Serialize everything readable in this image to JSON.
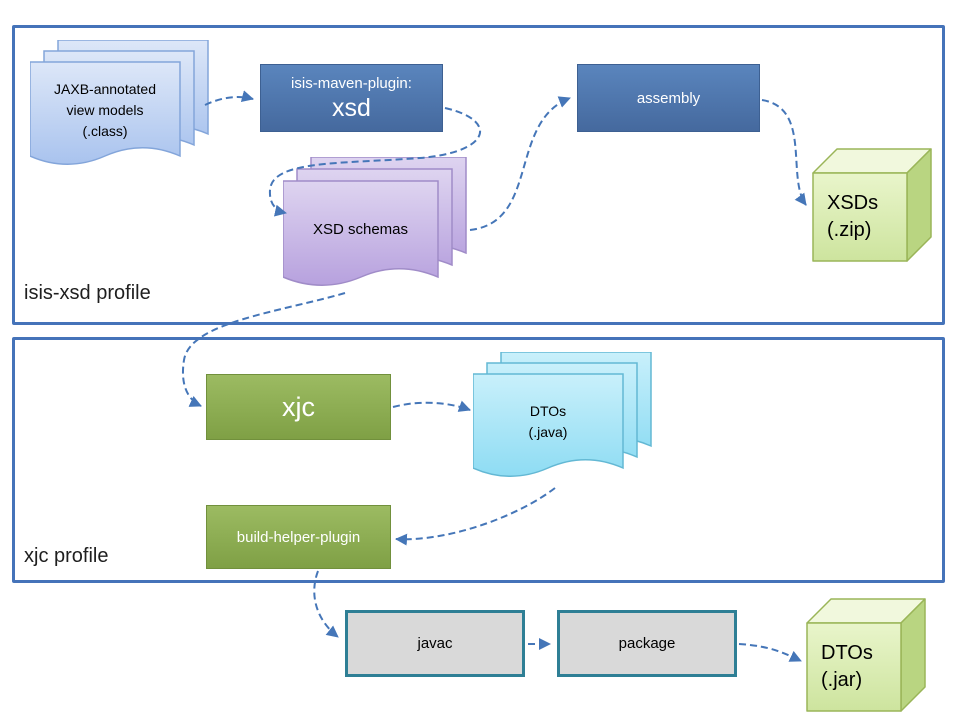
{
  "diagram": {
    "profiles": {
      "isis_xsd": "isis-xsd profile",
      "xjc": "xjc profile"
    },
    "nodes": {
      "jaxb": {
        "line1": "JAXB-annotated",
        "line2": "view models",
        "line3": "(.class)"
      },
      "plugin": {
        "line1": "isis-maven-plugin:",
        "line2": "xsd"
      },
      "assembly": {
        "label": "assembly"
      },
      "xsd_schemas": {
        "label": "XSD schemas"
      },
      "xsds_zip": {
        "line1": "XSDs",
        "line2": "(.zip)"
      },
      "xjc": {
        "label": "xjc"
      },
      "dtos_java": {
        "line1": "DTOs",
        "line2": "(.java)"
      },
      "build_helper": {
        "label": "build-helper-plugin"
      },
      "javac": {
        "label": "javac"
      },
      "package": {
        "label": "package"
      },
      "dtos_jar": {
        "line1": "DTOs",
        "line2": "(.jar)"
      }
    },
    "colors": {
      "container_border": "#4573b9",
      "arrow": "#4576b8",
      "box_blue": "#4a73ae",
      "box_green": "#8cab50",
      "box_gray_fill": "#d9d9d9",
      "box_gray_border": "#2e7f95",
      "doc_blue": "#bcd0f2",
      "doc_purple": "#c9b8e6",
      "doc_cyan": "#a5e5f9",
      "cube_green": "#d9ecae"
    }
  }
}
